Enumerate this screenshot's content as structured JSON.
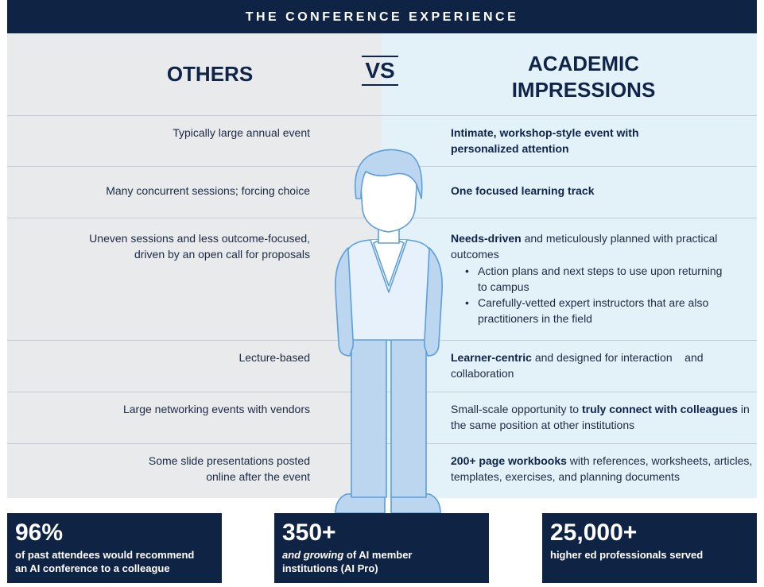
{
  "title": "THE CONFERENCE EXPERIENCE",
  "headers": {
    "others": "OTHERS",
    "vs": "VS",
    "ai_line1": "ACADEMIC",
    "ai_line2": "IMPRESSIONS"
  },
  "rows": [
    {
      "others": "Typically large annual event",
      "ai_bold": "Intimate, workshop-style event with personalized attention",
      "ai_text": ""
    },
    {
      "others": "Many concurrent sessions; forcing choice",
      "ai_bold": "One focused learning track",
      "ai_text": ""
    },
    {
      "others_line1": "Uneven sessions and less outcome-focused,",
      "others_line2": "driven by an open call for proposals",
      "ai_bold": "Needs-driven",
      "ai_text": " and meticulously planned with practical outcomes",
      "bullets": [
        "Action plans and next steps to use upon returning to campus",
        "Carefully-vetted expert instructors that are also practitioners in the field"
      ]
    },
    {
      "others": "Lecture-based",
      "ai_bold": "Learner-centric",
      "ai_text": " and designed for interaction    and collaboration"
    },
    {
      "others": "Large networking events with vendors",
      "ai_pre": "Small-scale opportunity to ",
      "ai_bold": "truly connect with colleagues",
      "ai_text": " in the same position at other institutions"
    },
    {
      "others_line1": "Some slide presentations posted",
      "others_line2": "online after the event",
      "ai_bold": "200+ page workbooks",
      "ai_text": " with references, worksheets, articles, templates, exercises, and planning documents"
    }
  ],
  "stats": [
    {
      "number": "96%",
      "desc_line1": "of past attendees would recommend",
      "desc_line2": "an AI conference to a colleague"
    },
    {
      "number": "350+",
      "desc_italic": "and growing",
      "desc_rest": " of AI member",
      "desc_line2": "institutions (AI Pro)"
    },
    {
      "number": "25,000+",
      "desc_line1": "higher ed professionals served"
    }
  ],
  "colors": {
    "navy": "#0f2344",
    "left_panel": "#e9eaeb",
    "right_panel": "#e3f2f9",
    "figure_fill": "#bcd6ef",
    "figure_stroke": "#5c9fdb"
  },
  "icons": [
    "person-figure-icon"
  ]
}
